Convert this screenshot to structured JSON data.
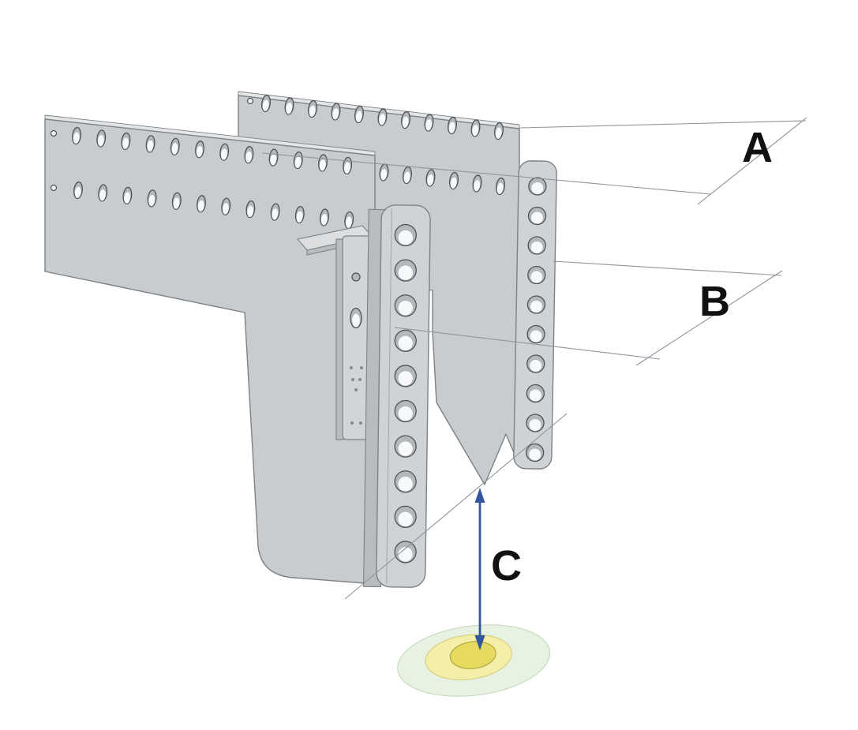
{
  "diagram": {
    "type": "technical-diagram",
    "labels": {
      "a": "A",
      "b": "B",
      "c": "C"
    },
    "plates": {
      "front": {
        "slot_rows": 2,
        "slots_per_row": 12,
        "pilot_holes": 2
      },
      "back": {
        "slot_rows": 2,
        "slots_per_row": 11,
        "pilot_holes": 2
      }
    },
    "rails": {
      "front": {
        "holes": 10
      },
      "back": {
        "holes": 10
      }
    },
    "bracket": {
      "holes": 2,
      "rivet_dots": 7
    },
    "colors": {
      "background": "#ffffff",
      "plate_fill": "#c9ccce",
      "plate_edge": "#7d8286",
      "plate_top_face": "#e4e6e8",
      "rail_fill": "#d0d3d5",
      "flange_fill": "#b8bcbf",
      "flange_top_fill": "#dcdee0",
      "bracket_plate_fill": "#d2d5d7",
      "hole_rim": "#b4b8bb",
      "hole_fill": "#f7f8f9",
      "hole_edge": "#4d5358",
      "pilot_fill": "#eef0f1",
      "dot_fill": "#858b90",
      "seam": "#a9adb0",
      "annotation_line": "#8e959b",
      "arrow": "#33569e",
      "label_text": "#111111",
      "spot_outer": "#e7f2e3",
      "spot_outer_edge": "#c8dbbf",
      "spot_mid": "#f4efa8",
      "spot_mid_edge": "#d8cf80",
      "spot_core": "#e6da60",
      "spot_core_edge": "#b1a73e"
    }
  }
}
